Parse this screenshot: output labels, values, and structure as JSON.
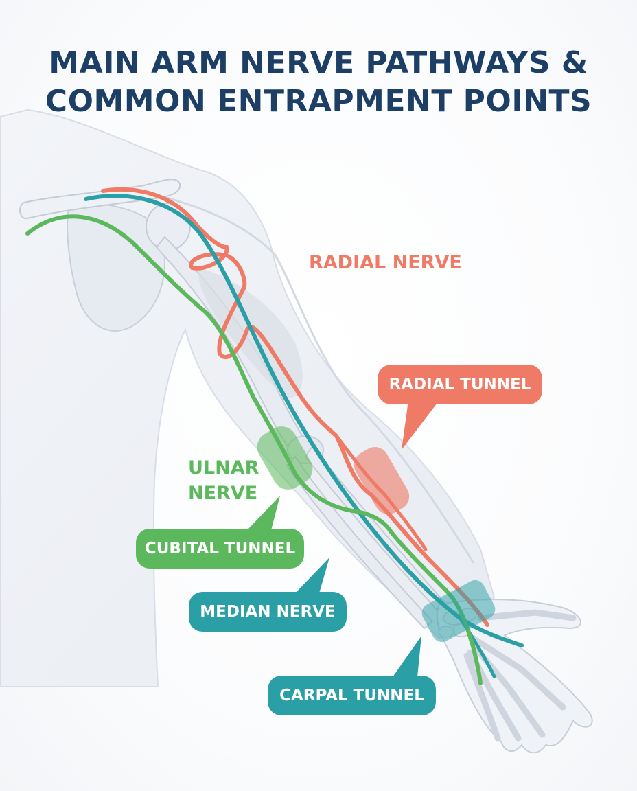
{
  "title": {
    "line1": "MAIN ARM NERVE PATHWAYS &",
    "line2": "COMMON ENTRAPMENT POINTS"
  },
  "labels": {
    "radial_nerve": "RADIAL NERVE",
    "ulnar_nerve_line1": "ULNAR",
    "ulnar_nerve_line2": "NERVE"
  },
  "callouts": {
    "radial_tunnel": "RADIAL TUNNEL",
    "cubital_tunnel": "CUBITAL TUNNEL",
    "median_nerve": "MEDIAN NERVE",
    "carpal_tunnel": "CARPAL TUNNEL"
  },
  "colors": {
    "title": "#1d3f66",
    "radial": "#ef7a66",
    "ulnar": "#5cb85c",
    "median": "#2a9fa6",
    "bone": "#e3e8ef",
    "skin": "#eef1f6"
  },
  "icons": {
    "arm": "arm-silhouette-icon",
    "bones": "skeleton-bones-icon"
  }
}
